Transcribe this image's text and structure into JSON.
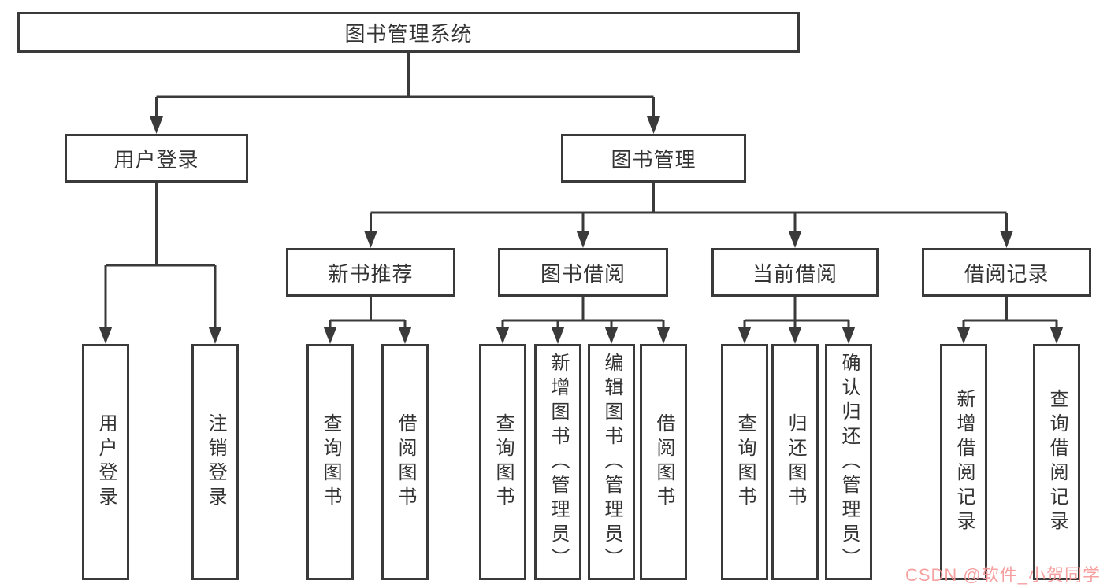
{
  "tree": {
    "label": "图书管理系统",
    "children": [
      {
        "label": "用户登录",
        "children": [
          {
            "label": "用户登录"
          },
          {
            "label": "注销登录"
          }
        ]
      },
      {
        "label": "图书管理",
        "children": [
          {
            "label": "新书推荐",
            "children": [
              {
                "label": "查询图书"
              },
              {
                "label": "借阅图书"
              }
            ]
          },
          {
            "label": "图书借阅",
            "children": [
              {
                "label": "查询图书"
              },
              {
                "label": "新增图书（管理员）"
              },
              {
                "label": "编辑图书（管理员）"
              },
              {
                "label": "借阅图书"
              }
            ]
          },
          {
            "label": "当前借阅",
            "children": [
              {
                "label": "查询图书"
              },
              {
                "label": "归还图书"
              },
              {
                "label": "确认归还（管理员）"
              }
            ]
          },
          {
            "label": "借阅记录",
            "children": [
              {
                "label": "新增借阅记录"
              },
              {
                "label": "查询借阅记录"
              }
            ]
          }
        ]
      }
    ]
  },
  "watermark": {
    "text": "CSDN @软件_小贺同学"
  },
  "colors": {
    "line": "#3a3a3a",
    "text": "#333333",
    "box_background": "#ffffff",
    "watermark": "#f59696",
    "background": "#ffffff"
  }
}
